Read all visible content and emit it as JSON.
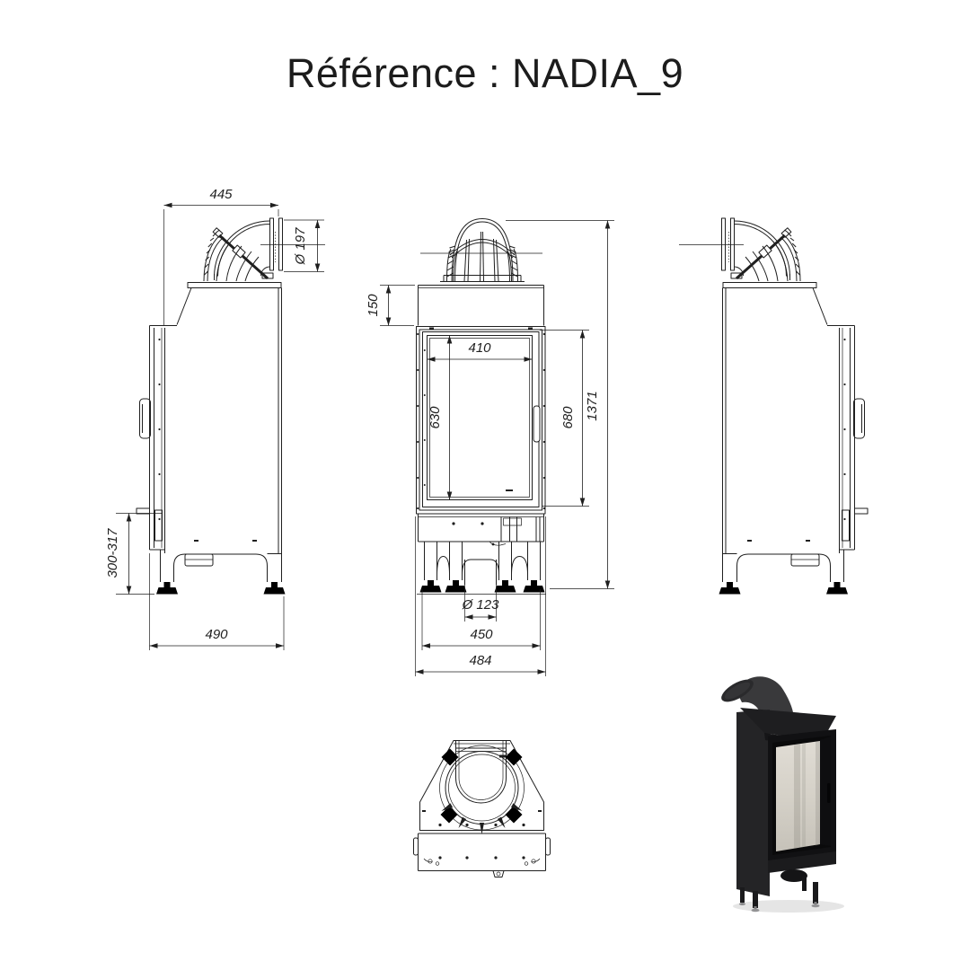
{
  "title": "Référence : NADIA_9",
  "drawing": {
    "dimensions": {
      "top_depth": "445",
      "flue_diameter": "Ø 197",
      "top_section_height": "150",
      "glass_width": "410",
      "glass_height": "630",
      "door_height": "680",
      "overall_height": "1371",
      "base_height": "300-317",
      "overall_depth": "490",
      "air_inlet_diameter": "Ø 123",
      "feet_width": "450",
      "overall_width": "484"
    },
    "line_color": "#1f1f1f"
  },
  "photo": {
    "body_color": "#1b1b1d",
    "glass_color": "#d9d5cd"
  }
}
